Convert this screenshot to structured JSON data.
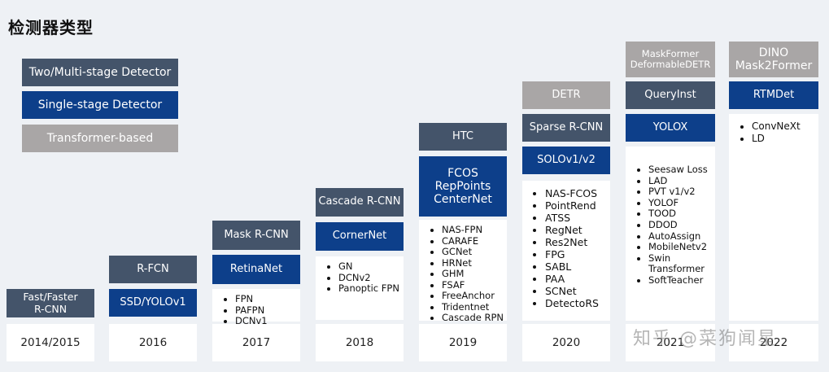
{
  "title": "检测器类型",
  "legend": {
    "two_stage": "Two/Multi-stage Detector",
    "single_stage": "Single-stage Detector",
    "transformer": "Transformer-based"
  },
  "colors": {
    "two_stage": "#44546a",
    "single_stage": "#0d3f8a",
    "transformer": "#a9a6a6"
  },
  "years": [
    "2014/2015",
    "2016",
    "2017",
    "2018",
    "2019",
    "2020",
    "2021",
    "2022"
  ],
  "y2014": {
    "two": [
      "Fast/Faster",
      "R-CNN"
    ]
  },
  "y2016": {
    "two": "R-FCN",
    "single": "SSD/YOLOv1"
  },
  "y2017": {
    "two": "Mask R-CNN",
    "single": "RetinaNet",
    "list": [
      "FPN",
      "PAFPN",
      "DCNv1"
    ]
  },
  "y2018": {
    "two": "Cascade R-CNN",
    "single": "CornerNet",
    "list": [
      "GN",
      "DCNv2",
      "Panoptic FPN"
    ]
  },
  "y2019": {
    "two": "HTC",
    "single": [
      "FCOS",
      "RepPoints",
      "CenterNet"
    ],
    "list": [
      "NAS-FPN",
      "CARAFE",
      "GCNet",
      "HRNet",
      "GHM",
      "FSAF",
      "FreeAnchor",
      "Tridentnet",
      "Cascade RPN"
    ]
  },
  "y2020": {
    "trans": "DETR",
    "two": "Sparse R-CNN",
    "single": "SOLOv1/v2",
    "list": [
      "NAS-FCOS",
      "PointRend",
      "ATSS",
      "RegNet",
      "Res2Net",
      "FPG",
      "SABL",
      "PAA",
      "SCNet",
      "DetectoRS"
    ]
  },
  "y2021": {
    "trans": [
      "MaskFormer",
      "DeformableDETR"
    ],
    "two": "QueryInst",
    "single": "YOLOX",
    "list": [
      "Seesaw Loss",
      "LAD",
      "PVT v1/v2",
      "YOLOF",
      "TOOD",
      "DDOD",
      "AutoAssign",
      "MobileNetv2",
      "Swin Transformer",
      "SoftTeacher"
    ]
  },
  "y2022": {
    "trans": [
      "DINO",
      "Mask2Former"
    ],
    "single": "RTMDet",
    "list": [
      "ConvNeXt",
      "LD"
    ]
  },
  "watermark": "知乎 @菜狗闻星"
}
